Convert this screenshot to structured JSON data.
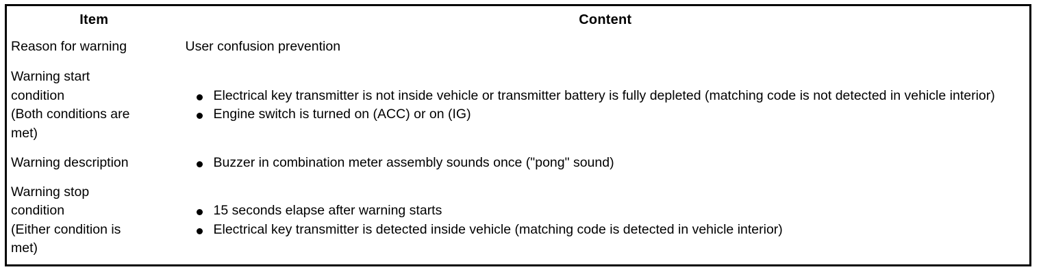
{
  "table": {
    "headers": {
      "item": "Item",
      "content": "Content"
    },
    "rows": [
      {
        "item": "Reason for warning",
        "content_type": "text",
        "content_text": "User confusion prevention",
        "bullets": []
      },
      {
        "item": "Warning start\ncondition\n(Both conditions are\nmet)",
        "content_type": "bullets",
        "content_text": "",
        "bullets": [
          "Electrical key transmitter is not inside vehicle or transmitter battery is fully depleted (matching code is not detected in vehicle interior)",
          "Engine switch is turned on (ACC) or on (IG)"
        ]
      },
      {
        "item": "Warning description",
        "content_type": "bullets",
        "content_text": "",
        "bullets": [
          "Buzzer in combination meter assembly sounds once (\"pong\" sound)"
        ]
      },
      {
        "item": "Warning stop\ncondition\n(Either condition is\nmet)",
        "content_type": "bullets",
        "content_text": "",
        "bullets": [
          "15 seconds elapse after warning starts",
          "Electrical key transmitter is detected inside vehicle (matching code is detected in vehicle interior)"
        ]
      }
    ]
  },
  "colors": {
    "border": "#000000",
    "text": "#000000",
    "background": "#ffffff"
  }
}
